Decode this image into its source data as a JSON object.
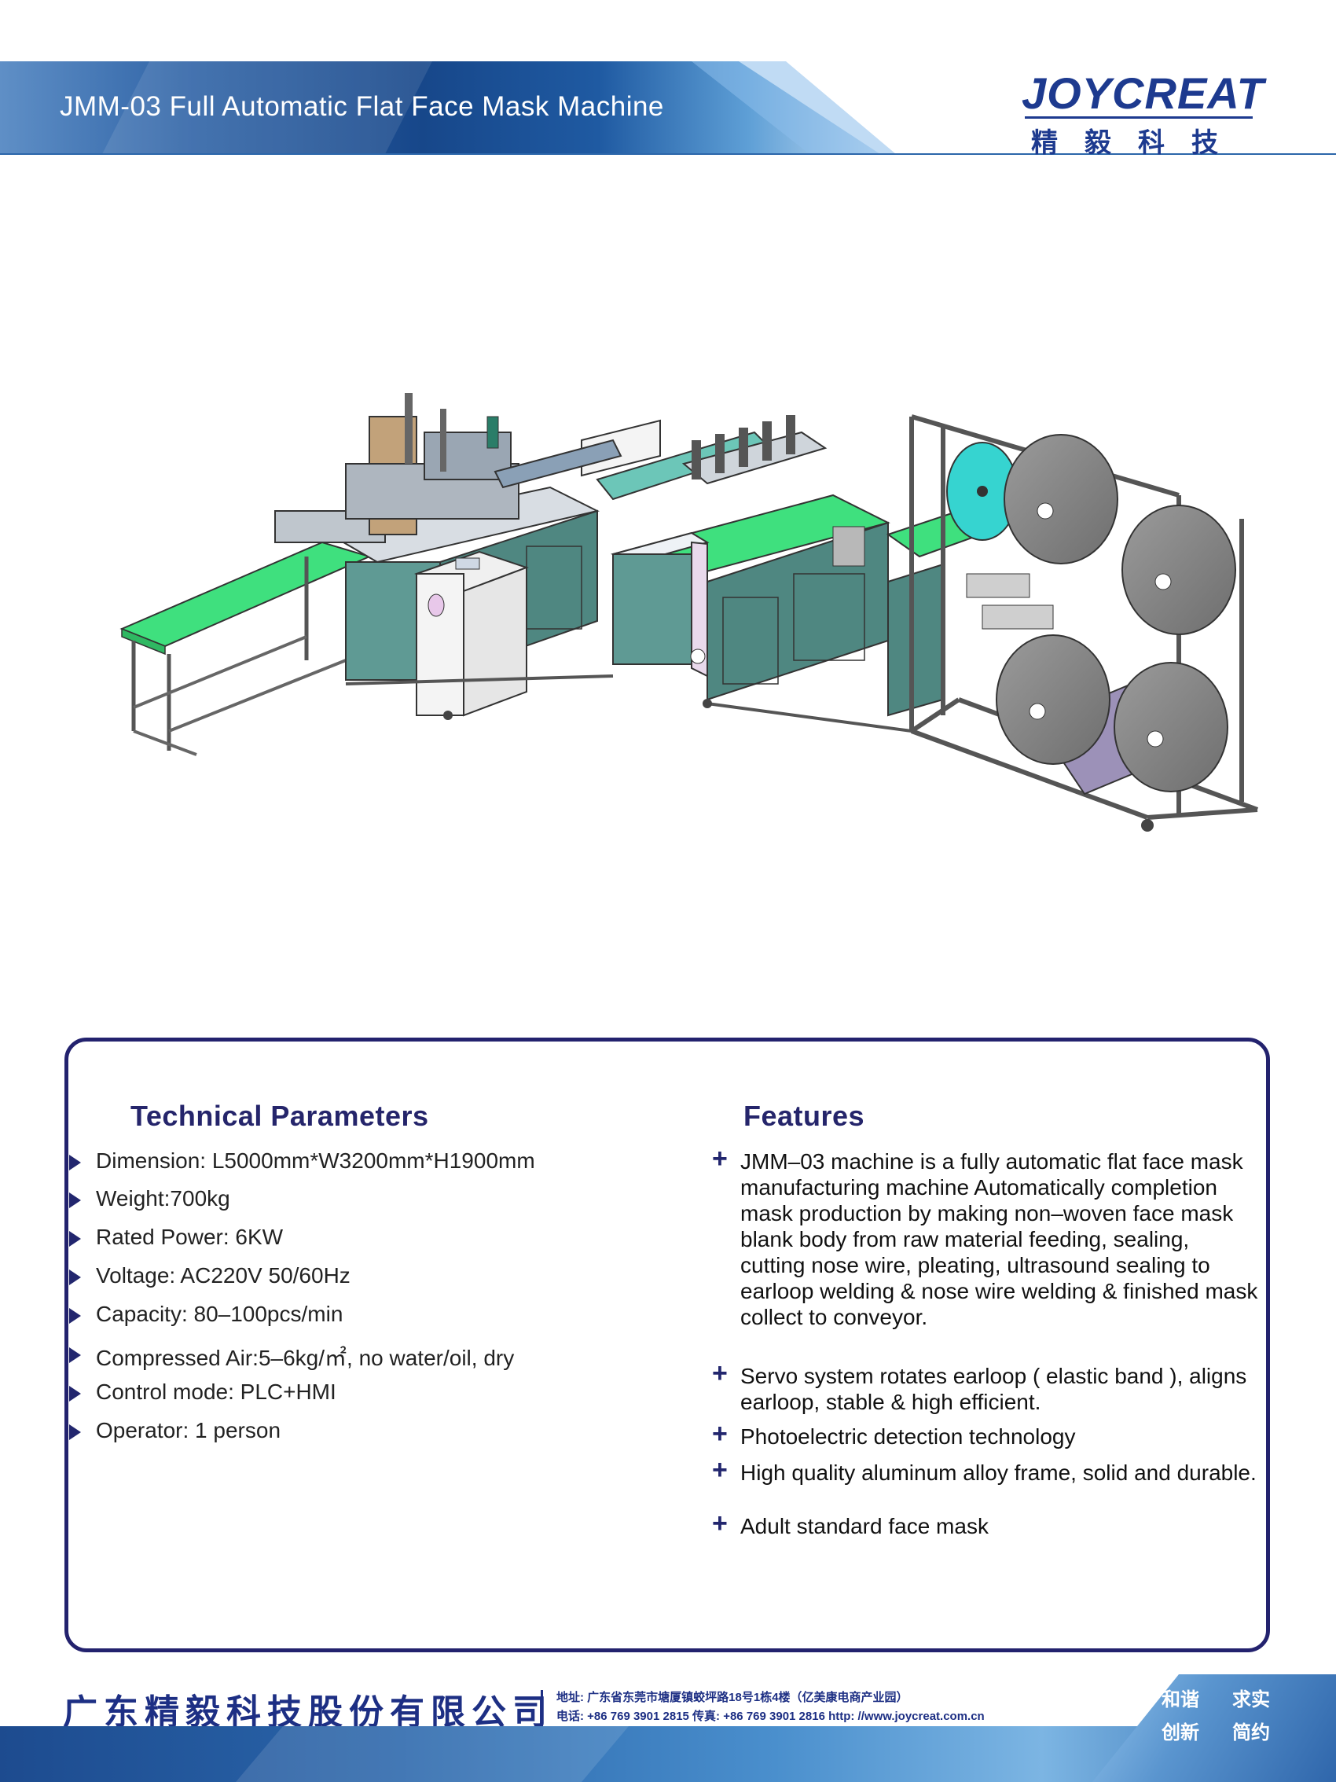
{
  "header": {
    "title": "JMM-03 Full Automatic Flat Face Mask Machine",
    "logo_en": "JOYCREAT",
    "logo_cn": "精毅科技"
  },
  "image": {
    "icon": "face-mask-machine-illustration"
  },
  "technical": {
    "heading": "Technical Parameters",
    "items": [
      "Dimension: L5000mm*W3200mm*H1900mm",
      "Weight:700kg",
      "Rated Power: 6KW",
      "Voltage: AC220V 50/60Hz",
      "Capacity: 80–100pcs/min",
      "Compressed Air:5–6kg/㎡, no water/oil, dry",
      "Control mode: PLC+HMI",
      "Operator: 1 person"
    ]
  },
  "features": {
    "heading": "Features",
    "items": [
      " JMM–03 machine is a fully automatic flat face mask manufacturing machine Automatically completion mask production by making non–woven face mask blank body from raw material feeding, sealing, cutting nose wire, pleating, ultrasound sealing to earloop welding & nose wire welding & finished mask collect to conveyor.",
      "Servo system rotates earloop ( elastic band ), aligns earloop, stable & high efficient.",
      "Photoelectric detection technology",
      "High quality aluminum alloy frame, solid and durable.",
      "Adult standard face mask"
    ]
  },
  "footer": {
    "company_cn": "广东精毅科技股份有限公司",
    "address": "地址: 广东省东莞市塘厦镇蛟坪路18号1栋4楼（亿美康电商产业园）",
    "contact": "电话: +86 769 3901 2815   传真: +86 769 3901 2816   http: //www.joycreat.com.cn",
    "motto": [
      "和谐",
      "求实",
      "创新",
      "简约"
    ]
  },
  "colors": {
    "brand": "#1d3a8f",
    "card_border": "#23226e",
    "machine_green": "#39e07a",
    "cabinet_teal": "#5f9a94"
  }
}
